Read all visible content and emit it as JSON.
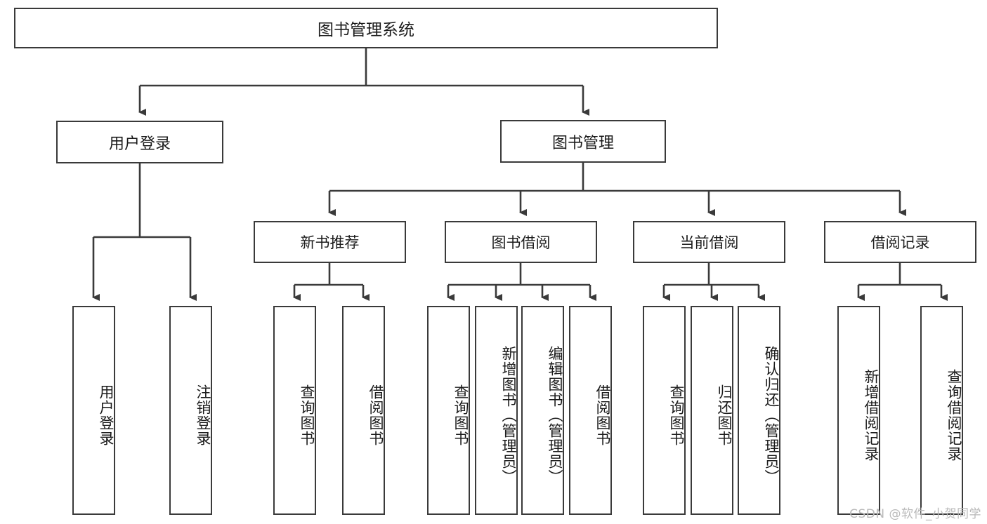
{
  "diagram": {
    "title": "图书管理系统",
    "type": "tree-hierarchy-diagram",
    "colors": {
      "box_border": "#3a3a3a",
      "box_fill": "#ffffff",
      "connector": "#3a3a3a",
      "text": "#1b1b1b",
      "watermark": "#b9b9b9",
      "background": "#ffffff"
    },
    "root": {
      "label": "图书管理系统"
    },
    "level2": [
      {
        "label": "用户登录"
      },
      {
        "label": "图书管理"
      }
    ],
    "level3": [
      {
        "label": "新书推荐"
      },
      {
        "label": "图书借阅"
      },
      {
        "label": "当前借阅"
      },
      {
        "label": "借阅记录"
      }
    ],
    "leaves": {
      "user_login": [
        {
          "label": "用户登录"
        },
        {
          "label": "注销登录"
        }
      ],
      "new_book_recommend": [
        {
          "label": "查询图书"
        },
        {
          "label": "借阅图书"
        }
      ],
      "book_borrow": [
        {
          "label": "查询图书"
        },
        {
          "label": "新增图书（管理员）"
        },
        {
          "label": "编辑图书（管理员）"
        },
        {
          "label": "借阅图书"
        }
      ],
      "current_borrow": [
        {
          "label": "查询图书"
        },
        {
          "label": "归还图书"
        },
        {
          "label": "确认归还（管理员）"
        }
      ],
      "borrow_record": [
        {
          "label": "新增借阅记录"
        },
        {
          "label": "查询借阅记录"
        }
      ]
    }
  },
  "watermark": {
    "text": "CSDN @软件_小贺同学"
  }
}
